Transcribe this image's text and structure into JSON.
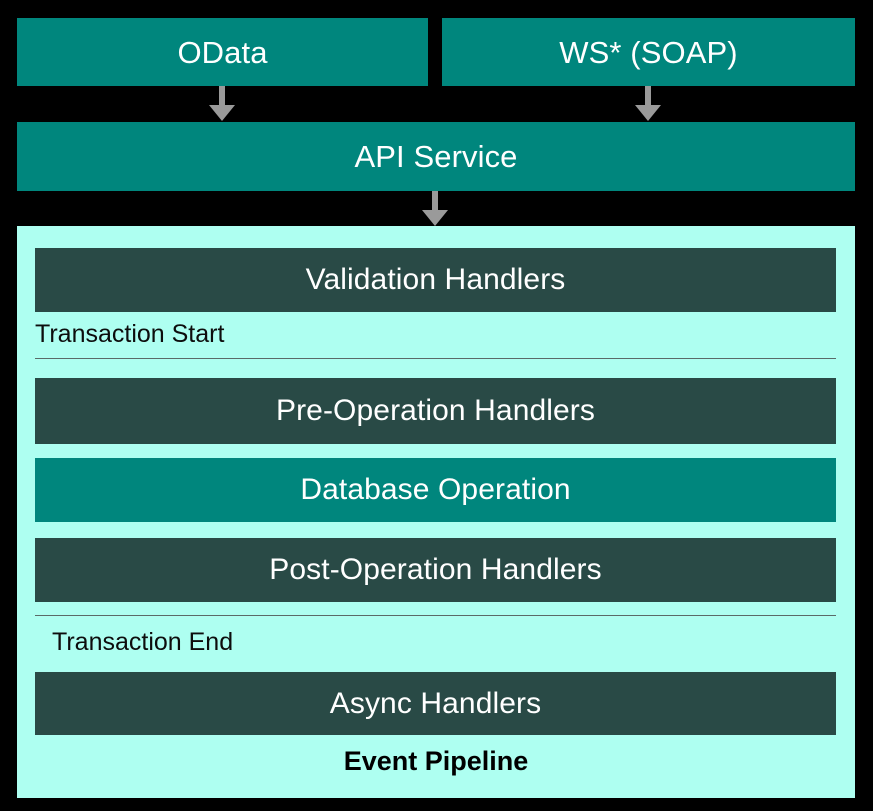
{
  "diagram": {
    "title": "Event Pipeline",
    "background_color": "#000000",
    "colors": {
      "teal": "#00867d",
      "dark_teal": "#294a46",
      "panel_cyan": "#aefff1",
      "arrow_gray": "#9a9a9a",
      "text_light": "#ffffff",
      "text_dark": "#0d0d0d",
      "rule_gray": "#5a6a68"
    },
    "entrypoints": [
      {
        "id": "odata",
        "label": "OData",
        "style": "teal"
      },
      {
        "id": "soap",
        "label": "WS* (SOAP)",
        "style": "teal"
      }
    ],
    "api_service": {
      "id": "api-service",
      "label": "API Service",
      "style": "teal"
    },
    "arrows": [
      {
        "id": "odata-to-api",
        "from": "odata",
        "to": "api-service",
        "direction": "down",
        "icon": "arrow-down-icon"
      },
      {
        "id": "soap-to-api",
        "from": "soap",
        "to": "api-service",
        "direction": "down",
        "icon": "arrow-down-icon"
      },
      {
        "id": "api-to-pipeline",
        "from": "api-service",
        "to": "event-pipeline",
        "direction": "down",
        "icon": "arrow-down-icon"
      }
    ],
    "event_pipeline": {
      "caption": "Event Pipeline",
      "stages": [
        {
          "id": "validation-handlers",
          "label": "Validation Handlers",
          "style": "dark"
        },
        {
          "id": "pre-operation-handlers",
          "label": "Pre-Operation Handlers",
          "style": "dark"
        },
        {
          "id": "database-operation",
          "label": "Database Operation",
          "style": "teal"
        },
        {
          "id": "post-operation-handlers",
          "label": "Post-Operation Handlers",
          "style": "dark"
        },
        {
          "id": "async-handlers",
          "label": "Async Handlers",
          "style": "dark"
        }
      ],
      "transaction_markers": [
        {
          "id": "transaction-start",
          "label": "Transaction Start"
        },
        {
          "id": "transaction-end",
          "label": "Transaction End"
        }
      ]
    }
  }
}
